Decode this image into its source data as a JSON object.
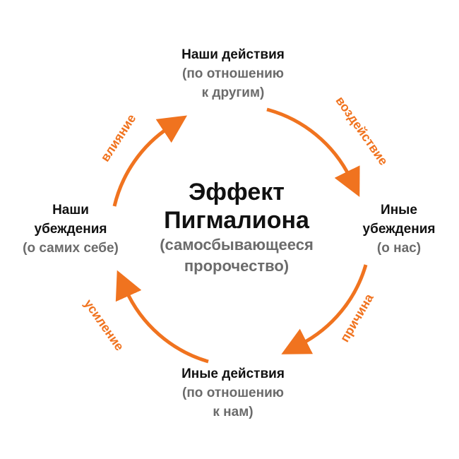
{
  "center": {
    "title_line1": "Эффект",
    "title_line2": "Пигмалиона",
    "subtitle_line1": "(самосбывающееся",
    "subtitle_line2": "пророчество)"
  },
  "nodes": {
    "top": {
      "line1": "Наши действия",
      "line2": "(по отношению",
      "line3": "к другим)"
    },
    "right": {
      "line1": "Иные",
      "line2": "убеждения",
      "line3": "(о нас)"
    },
    "bottom": {
      "line1": "Иные действия",
      "line2": "(по отношению",
      "line3": "к нам)"
    },
    "left": {
      "line1": "Наши",
      "line2": "убеждения",
      "line3": "(о самих себе)"
    }
  },
  "arrows": {
    "top_left": "влияние",
    "top_right": "воздействие",
    "bottom_right": "причина",
    "bottom_left": "усиление"
  },
  "colors": {
    "accent": "#f0731f",
    "text": "#111111",
    "muted": "#6b6b6b"
  }
}
